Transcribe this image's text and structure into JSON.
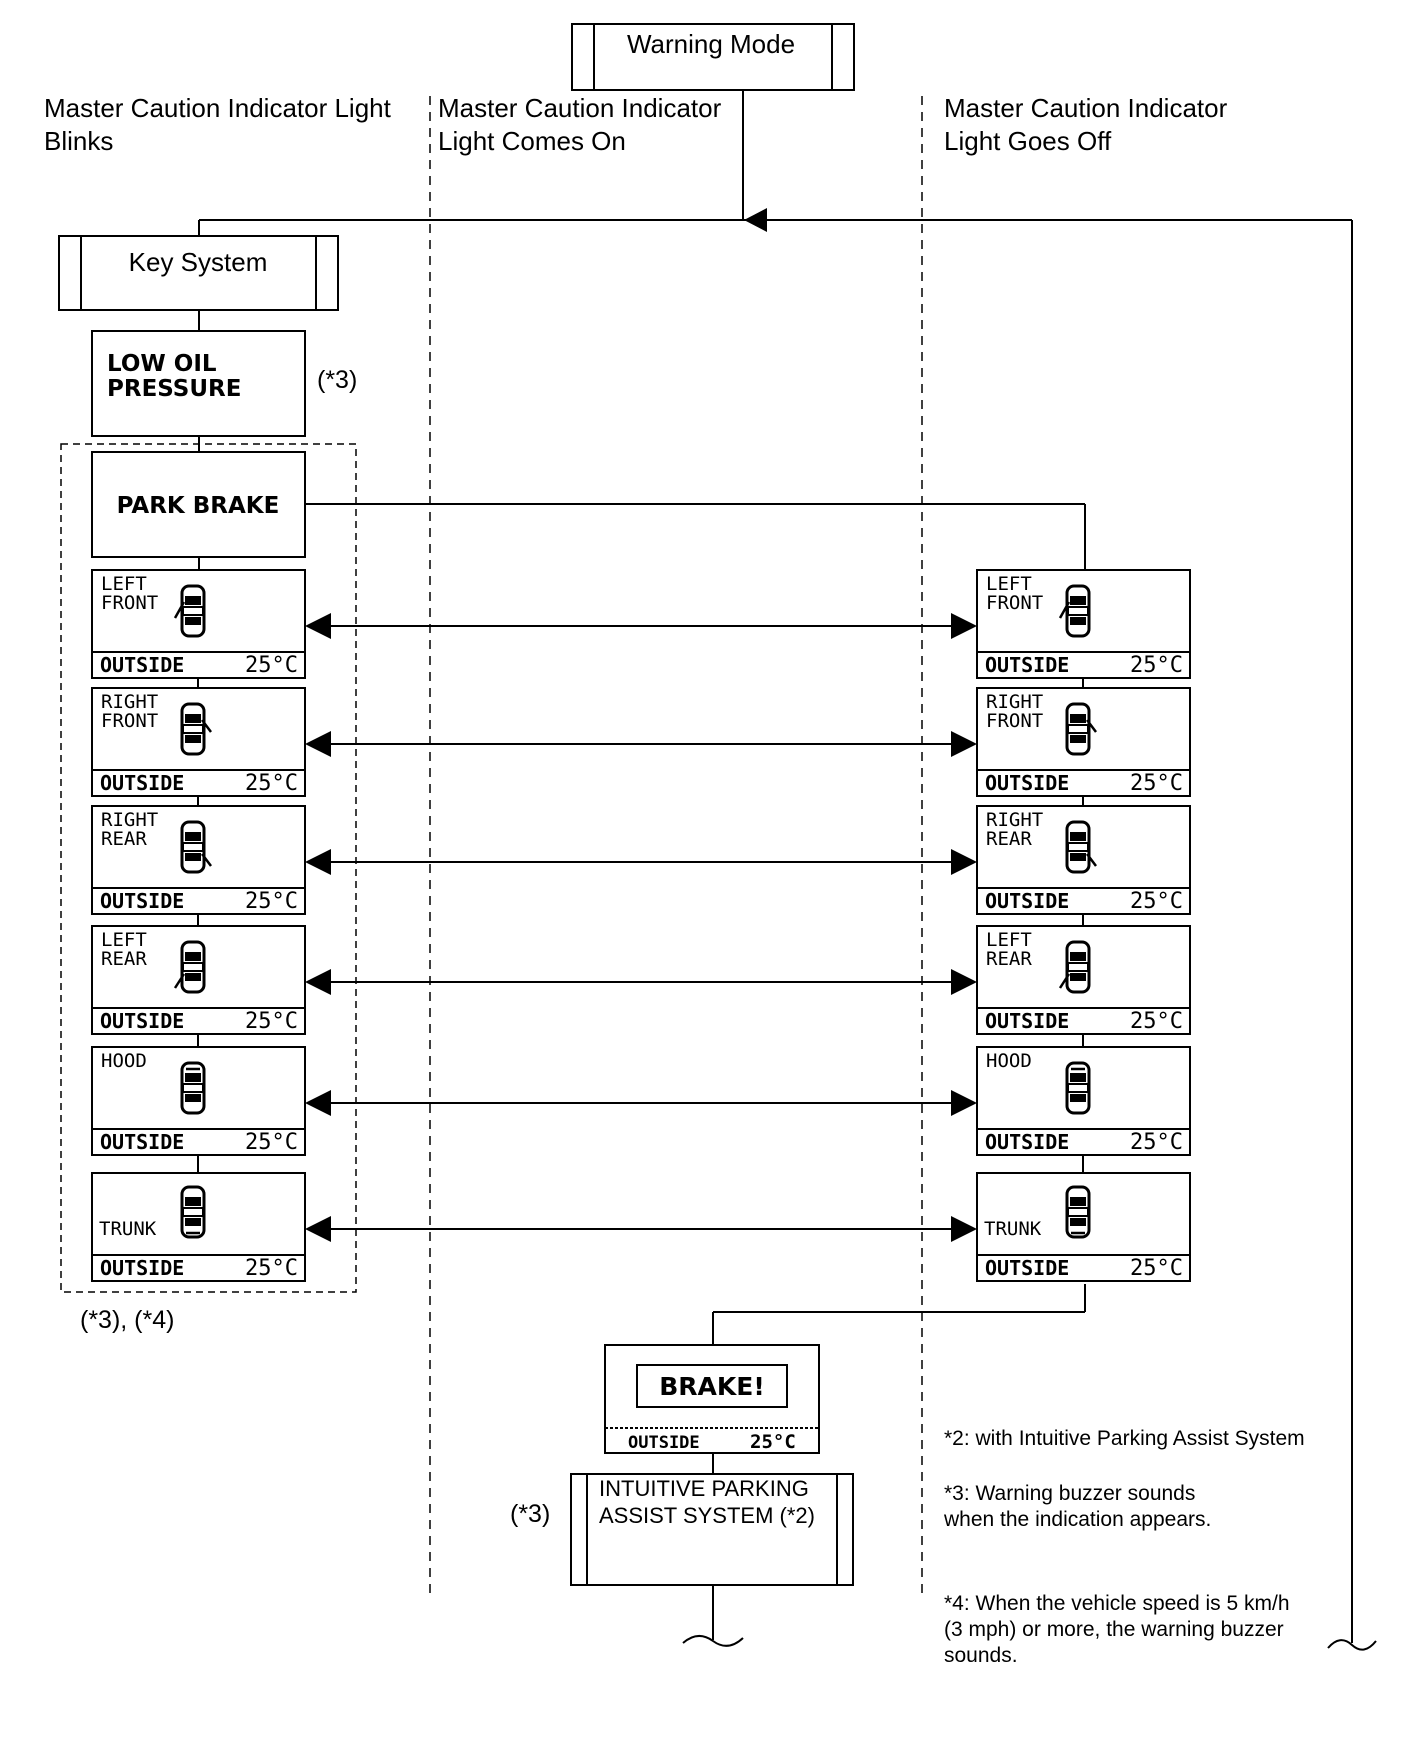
{
  "header": {
    "warning_mode": "Warning Mode",
    "col_blinks": [
      "Master Caution Indicator Light",
      "Blinks"
    ],
    "col_on": [
      "Master Caution Indicator",
      "Light Comes On"
    ],
    "col_off": [
      "Master Caution Indicator",
      "Light Goes Off"
    ]
  },
  "key_system": "Key System",
  "low_oil": [
    "LOW  OIL",
    "PRESSURE"
  ],
  "low_oil_note": "(*3)",
  "park_brake": "PARK  BRAKE",
  "group_note": "(*3), (*4)",
  "outside_label": "OUTSIDE",
  "temp": "25°C",
  "displays": [
    {
      "line1": "LEFT",
      "line2": "FRONT"
    },
    {
      "line1": "RIGHT",
      "line2": "FRONT"
    },
    {
      "line1": "RIGHT",
      "line2": "REAR"
    },
    {
      "line1": "LEFT",
      "line2": "REAR"
    },
    {
      "line1": "HOOD",
      "line2": ""
    },
    {
      "line1": "TRUNK",
      "line2": ""
    }
  ],
  "brake": {
    "text": "BRAKE!",
    "outside": "OUTSIDE",
    "temp": "25°C"
  },
  "ipa": {
    "lines": [
      "INTUITIVE PARKING",
      "ASSIST SYSTEM (*2)"
    ],
    "note": "(*3)"
  },
  "notes": {
    "n2": "*2: with Intuitive Parking Assist System",
    "n3": [
      "*3: Warning buzzer sounds",
      "when the indication appears."
    ],
    "n4": [
      "*4: When the vehicle speed is 5 km/h",
      "(3 mph) or more, the warning buzzer",
      "sounds."
    ]
  }
}
